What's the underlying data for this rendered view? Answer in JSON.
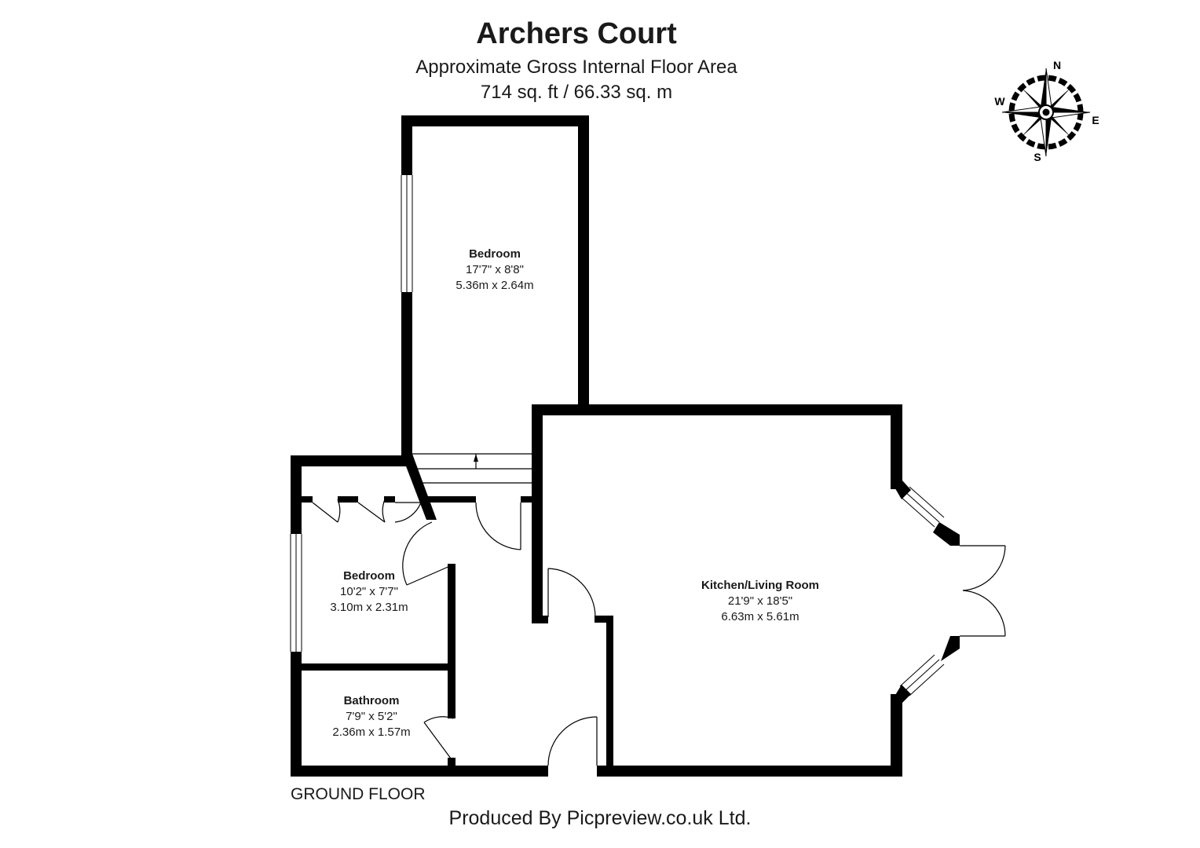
{
  "header": {
    "title": "Archers Court",
    "subtitle": "Approximate Gross Internal Floor Area",
    "area": "714 sq. ft / 66.33 sq. m"
  },
  "rooms": [
    {
      "name": "Bedroom",
      "imperial": "17'7\" x 8'8\"",
      "metric": "5.36m x 2.64m"
    },
    {
      "name": "Bedroom",
      "imperial": "10'2\" x 7'7\"",
      "metric": "3.10m x 2.31m"
    },
    {
      "name": "Bathroom",
      "imperial": "7'9\" x 5'2\"",
      "metric": "2.36m x 1.57m"
    },
    {
      "name": "Kitchen/Living Room",
      "imperial": "21'9\" x 18'5\"",
      "metric": "6.63m x 5.61m"
    }
  ],
  "floor_label": "GROUND FLOOR",
  "credit": "Produced By Picpreview.co.uk Ltd.",
  "compass": {
    "n": "N",
    "e": "E",
    "s": "S",
    "w": "W"
  },
  "colors": {
    "wall": "#000000",
    "background": "#ffffff"
  }
}
